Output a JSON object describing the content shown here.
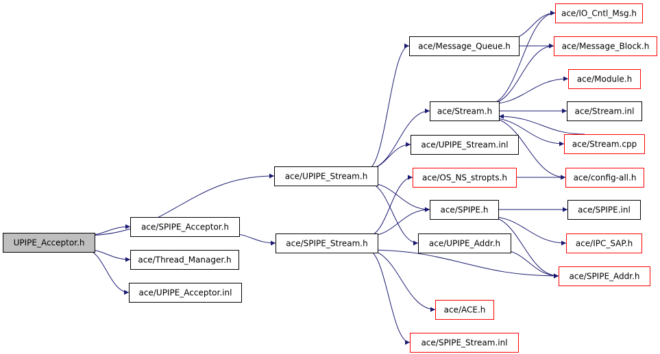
{
  "colors": {
    "edge": "#191970",
    "border_default": "#000000",
    "border_external": "#ff0000",
    "fill_root": "#bfbfbf",
    "fill_default": "#ffffff"
  },
  "nodes": [
    {
      "id": "n0",
      "label": "UPIPE_Acceptor.h",
      "style": "root"
    },
    {
      "id": "n1",
      "label": "ace/UPIPE_Stream.h",
      "style": "default"
    },
    {
      "id": "n2",
      "label": "ace/SPIPE_Acceptor.h",
      "style": "default"
    },
    {
      "id": "n3",
      "label": "ace/Thread_Manager.h",
      "style": "default"
    },
    {
      "id": "n4",
      "label": "ace/UPIPE_Acceptor.inl",
      "style": "default"
    },
    {
      "id": "n5",
      "label": "ace/Message_Queue.h",
      "style": "default"
    },
    {
      "id": "n6",
      "label": "ace/Stream.h",
      "style": "default"
    },
    {
      "id": "n7",
      "label": "ace/UPIPE_Stream.inl",
      "style": "default"
    },
    {
      "id": "n8",
      "label": "ace/OS_NS_stropts.h",
      "style": "external"
    },
    {
      "id": "n9",
      "label": "ace/SPIPE.h",
      "style": "default"
    },
    {
      "id": "n10",
      "label": "ace/UPIPE_Addr.h",
      "style": "default"
    },
    {
      "id": "n11",
      "label": "ace/SPIPE_Stream.h",
      "style": "default"
    },
    {
      "id": "n12",
      "label": "ace/IO_Cntl_Msg.h",
      "style": "external"
    },
    {
      "id": "n13",
      "label": "ace/Message_Block.h",
      "style": "external"
    },
    {
      "id": "n14",
      "label": "ace/Module.h",
      "style": "external"
    },
    {
      "id": "n15",
      "label": "ace/Stream.inl",
      "style": "default"
    },
    {
      "id": "n16",
      "label": "ace/Stream.cpp",
      "style": "external"
    },
    {
      "id": "n17",
      "label": "ace/config-all.h",
      "style": "external"
    },
    {
      "id": "n18",
      "label": "ace/SPIPE.inl",
      "style": "default"
    },
    {
      "id": "n19",
      "label": "ace/IPC_SAP.h",
      "style": "external"
    },
    {
      "id": "n20",
      "label": "ace/SPIPE_Addr.h",
      "style": "external"
    },
    {
      "id": "n21",
      "label": "ace/ACE.h",
      "style": "external"
    },
    {
      "id": "n22",
      "label": "ace/SPIPE_Stream.inl",
      "style": "external"
    }
  ],
  "edges": [
    {
      "from": "n0",
      "to": "n1"
    },
    {
      "from": "n0",
      "to": "n2"
    },
    {
      "from": "n0",
      "to": "n3"
    },
    {
      "from": "n0",
      "to": "n4"
    },
    {
      "from": "n1",
      "to": "n5"
    },
    {
      "from": "n1",
      "to": "n6"
    },
    {
      "from": "n1",
      "to": "n7"
    },
    {
      "from": "n1",
      "to": "n9"
    },
    {
      "from": "n1",
      "to": "n10"
    },
    {
      "from": "n2",
      "to": "n11"
    },
    {
      "from": "n11",
      "to": "n8"
    },
    {
      "from": "n11",
      "to": "n9"
    },
    {
      "from": "n11",
      "to": "n20"
    },
    {
      "from": "n11",
      "to": "n21"
    },
    {
      "from": "n11",
      "to": "n22"
    },
    {
      "from": "n5",
      "to": "n12"
    },
    {
      "from": "n5",
      "to": "n13"
    },
    {
      "from": "n6",
      "to": "n12"
    },
    {
      "from": "n6",
      "to": "n13"
    },
    {
      "from": "n6",
      "to": "n14"
    },
    {
      "from": "n6",
      "to": "n15"
    },
    {
      "from": "n6",
      "to": "n16"
    },
    {
      "from": "n6",
      "to": "n17"
    },
    {
      "from": "n16",
      "to": "n6"
    },
    {
      "from": "n8",
      "to": "n17"
    },
    {
      "from": "n9",
      "to": "n18"
    },
    {
      "from": "n9",
      "to": "n19"
    },
    {
      "from": "n9",
      "to": "n20"
    },
    {
      "from": "n10",
      "to": "n20"
    }
  ]
}
